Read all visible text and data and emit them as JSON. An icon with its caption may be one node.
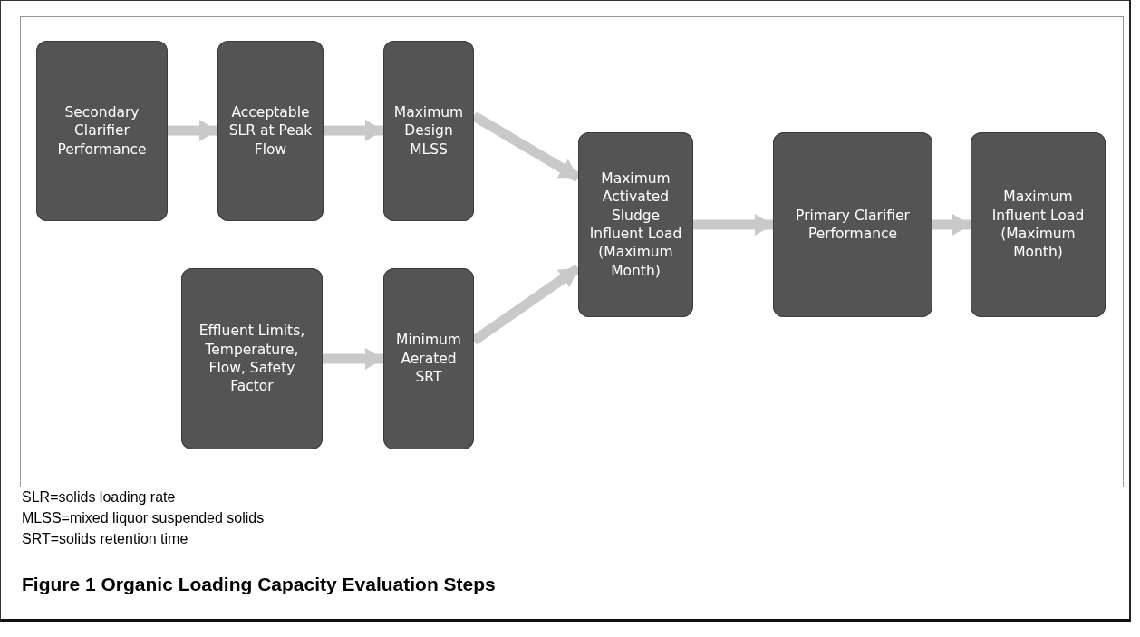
{
  "diagram": {
    "caption": "Figure 1  Organic Loading Capacity Evaluation Steps",
    "nodes": [
      {
        "text": [
          "Secondary Clarifier Performance"
        ]
      },
      {
        "text": [
          "Acceptable SLR at Peak Flow"
        ]
      },
      {
        "text": [
          "Maximum Design MLSS"
        ]
      },
      {
        "text": [
          "Effluent Limits, Temperature, Flow, Safety Factor"
        ]
      },
      {
        "text": [
          "Minimum Aerated SRT"
        ]
      },
      {
        "text": [
          "Maximum Activated Sludge Influent Load (Maximum Month)"
        ]
      },
      {
        "text": [
          "Primary Clarifier Performance"
        ]
      },
      {
        "text": [
          "Maximum Influent Load (Maximum Month)"
        ]
      }
    ],
    "edges": [
      {
        "from": 0,
        "to": 1,
        "arrow": "to"
      },
      {
        "from": 1,
        "to": 2,
        "arrow": "to"
      },
      {
        "from": 2,
        "to": 5,
        "arrow": "to"
      },
      {
        "from": 3,
        "to": 4,
        "arrow": "to"
      },
      {
        "from": 4,
        "to": 5,
        "arrow": "to"
      },
      {
        "from": 5,
        "to": 6,
        "arrow": "to"
      },
      {
        "from": 6,
        "to": 7,
        "arrow": "to"
      }
    ],
    "labels": [
      "SLR=solids loading rate",
      "MLSS=mixed liquor suspended solids",
      "SRT=solids retention time"
    ]
  }
}
